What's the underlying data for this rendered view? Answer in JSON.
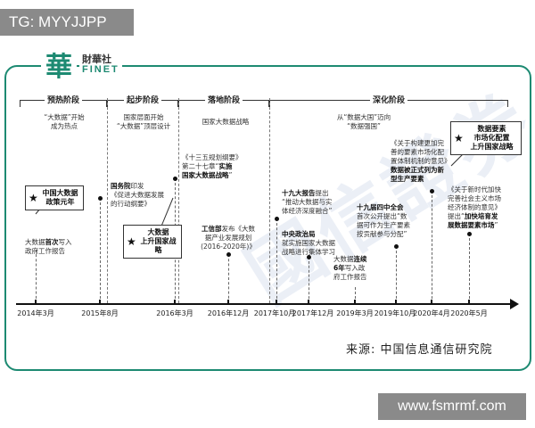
{
  "header": {
    "tag": "TG: MYYJJPP"
  },
  "logo": {
    "mark": "華",
    "cn": "財華社",
    "en": "FINET"
  },
  "watermark": "國信證券",
  "phases": [
    {
      "label": "预热阶段"
    },
    {
      "label": "起步阶段"
    },
    {
      "label": "落地阶段"
    },
    {
      "label": "深化阶段"
    }
  ],
  "dates": [
    "2014年3月",
    "2015年8月",
    "2016年3月",
    "2016年12月",
    "2017年10月",
    "2017年12月",
    "2019年3月",
    "2019年10月",
    "2020年4月",
    "2020年5月"
  ],
  "phase_notes": {
    "warm": [
      "“大数据”开始",
      "成为热点"
    ],
    "start": [
      "国家层面开始",
      "“大数据”顶层设计"
    ],
    "landing": "国家大数据战略",
    "deep": [
      "从“数据大国”迈向",
      "“数据强国”"
    ]
  },
  "events": {
    "e2014": {
      "pre": "大数据",
      "bold": "首次",
      "post": "写入",
      "line2": "政府工作报告"
    },
    "e2015": {
      "bold": "国务院",
      "t1": "印发",
      "t2": "《促进大数据发展",
      "t3": "的行动纲要》"
    },
    "e2016_3": {
      "t1": "《十三五规划纲要》",
      "t2": "第二十七章“",
      "t2b": "实施",
      "t3": "国家大数据战略",
      "t3b": "”"
    },
    "e2016_12": {
      "bold": "工信部",
      "t1": "发布《大数",
      "t2": "据产业发展规划",
      "t3": "(2016-2020年)》"
    },
    "e2017_10": {
      "bold": "十九大报告",
      "t1": "提出",
      "t2": "“推动大数据与实",
      "t3": "体经济深度融合”"
    },
    "e2017_12": {
      "bold": "中央政治局",
      "t1": "就实施国家大数据",
      "t2": "战略进行集体学习"
    },
    "e2019_3": {
      "t1": "大数据",
      "t1b": "连续",
      "t2": "6年",
      "t2b": "写入政",
      "t3": "府工作报告"
    },
    "e2019_10": {
      "bold": "十九届四中全会",
      "t1": "首次公开提出“数",
      "t2": "据可作为生产要素",
      "t3": "按贡献参与分配”"
    },
    "e2020_4": {
      "t1": "《关于构建更加完",
      "t2": "善的要素市场化配",
      "t3": "置体制机制的意见》",
      "t4": "数据被正式列为新",
      "t5": "型生产要素"
    },
    "e2020_5": {
      "t1": "《关于新时代加快",
      "t2": "完善社会主义市场",
      "t3": "经济体制的意见》",
      "t4": "提出“",
      "t4b": "加快培育发",
      "t5": "展数据要素市场",
      "t5b": "”"
    }
  },
  "callouts": {
    "c2014": {
      "star": "★",
      "l1": "中国大数据",
      "l2": "政策元年"
    },
    "c2016": {
      "star": "★",
      "l1": "大数据",
      "l2": "上升国家战略"
    },
    "c2020": {
      "star": "★",
      "l1": "数据要素",
      "l2": "市场化配置",
      "l3": "上升国家战略"
    }
  },
  "source": "来源: 中国信息通信研究院",
  "footer": {
    "site": "www.fsmrmf.com"
  }
}
